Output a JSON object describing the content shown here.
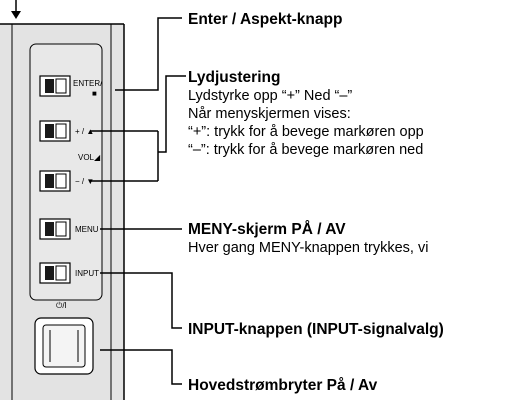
{
  "panel": {
    "enter_key_line1": "ENTER/",
    "enter_key_line2": "■",
    "vol_up_key": "+ / ▲",
    "vol_label": "VOL◢",
    "vol_down_key": "− / ▼",
    "menu_key": "MENU",
    "input_key": "INPUT",
    "power_symbol": "⏻/I"
  },
  "callouts": {
    "enter": {
      "title": "Enter / Aspekt-knapp"
    },
    "volume": {
      "title": "Lydjustering",
      "line1": "Lydstyrke opp “+” Ned “–”",
      "line2": "Når menyskjermen vises:",
      "line3": "“+”: trykk for å bevege markøren opp",
      "line4": "“–”: trykk for å bevege markøren ned"
    },
    "menu": {
      "title": "MENY-skjerm PÅ / AV",
      "line1": "Hver gang MENY-knappen trykkes, vi"
    },
    "input": {
      "title": "INPUT-knappen (INPUT-signalvalg)"
    },
    "power": {
      "title": "Hovedstrømbryter På / Av"
    }
  },
  "colors": {
    "panel_fill": "#e3e3e3",
    "line": "#000000",
    "button_fill": "#ffffff",
    "button_dark": "#1a1a1a"
  }
}
